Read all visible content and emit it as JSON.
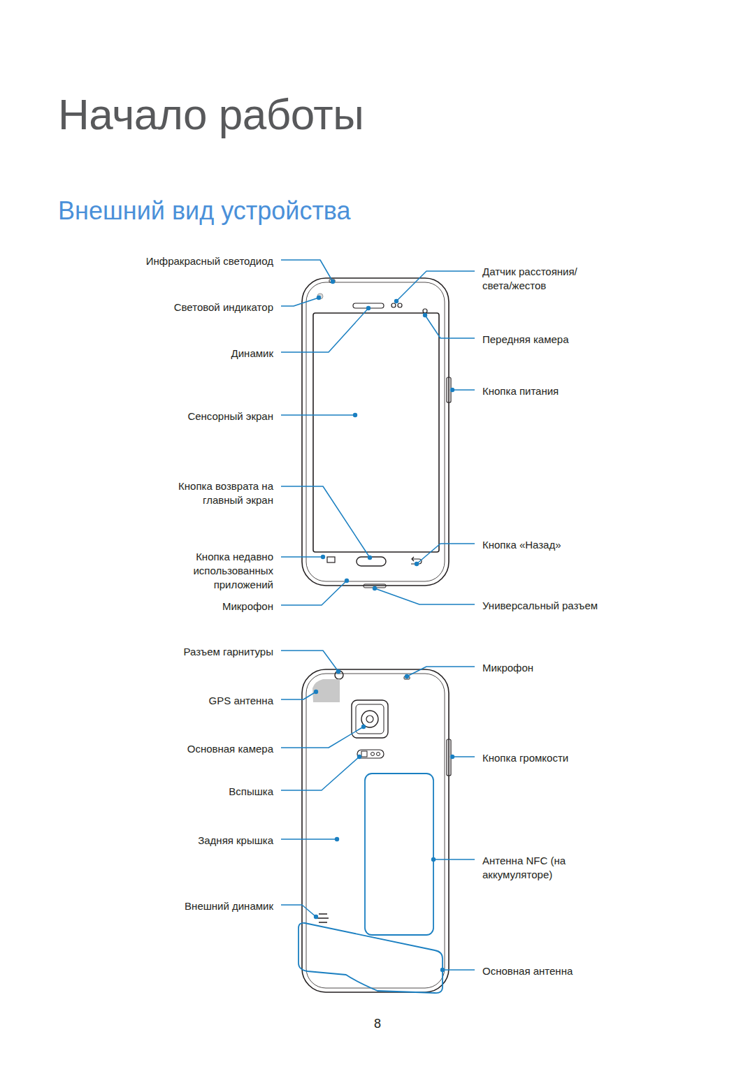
{
  "diagram": {
    "title": "Начало работы",
    "labels": [
      "Инфракрасный светодиод",
      "Световой индикатор",
      "Динамик",
      "Сенсорный экран",
      "Кнопка возврата на главный экран",
      "Кнопка недавно использованных приложений",
      "Микрофон",
      "Датчик расстояния/ света/жестов",
      "Передняя камера",
      "Кнопка питания",
      "Кнопка «Назад»",
      "Универсальный разъем",
      "Разъем гарнитуры",
      "GPS антенна",
      "Основная камера",
      "Вспышка",
      "Задняя крышка",
      "Внешний динамик",
      "Микрофон",
      "Кнопка громкости",
      "Антенна NFC (на аккумуляторе)",
      "Основная антенна",
      "Внешний вид устройства",
      "8"
    ]
  }
}
